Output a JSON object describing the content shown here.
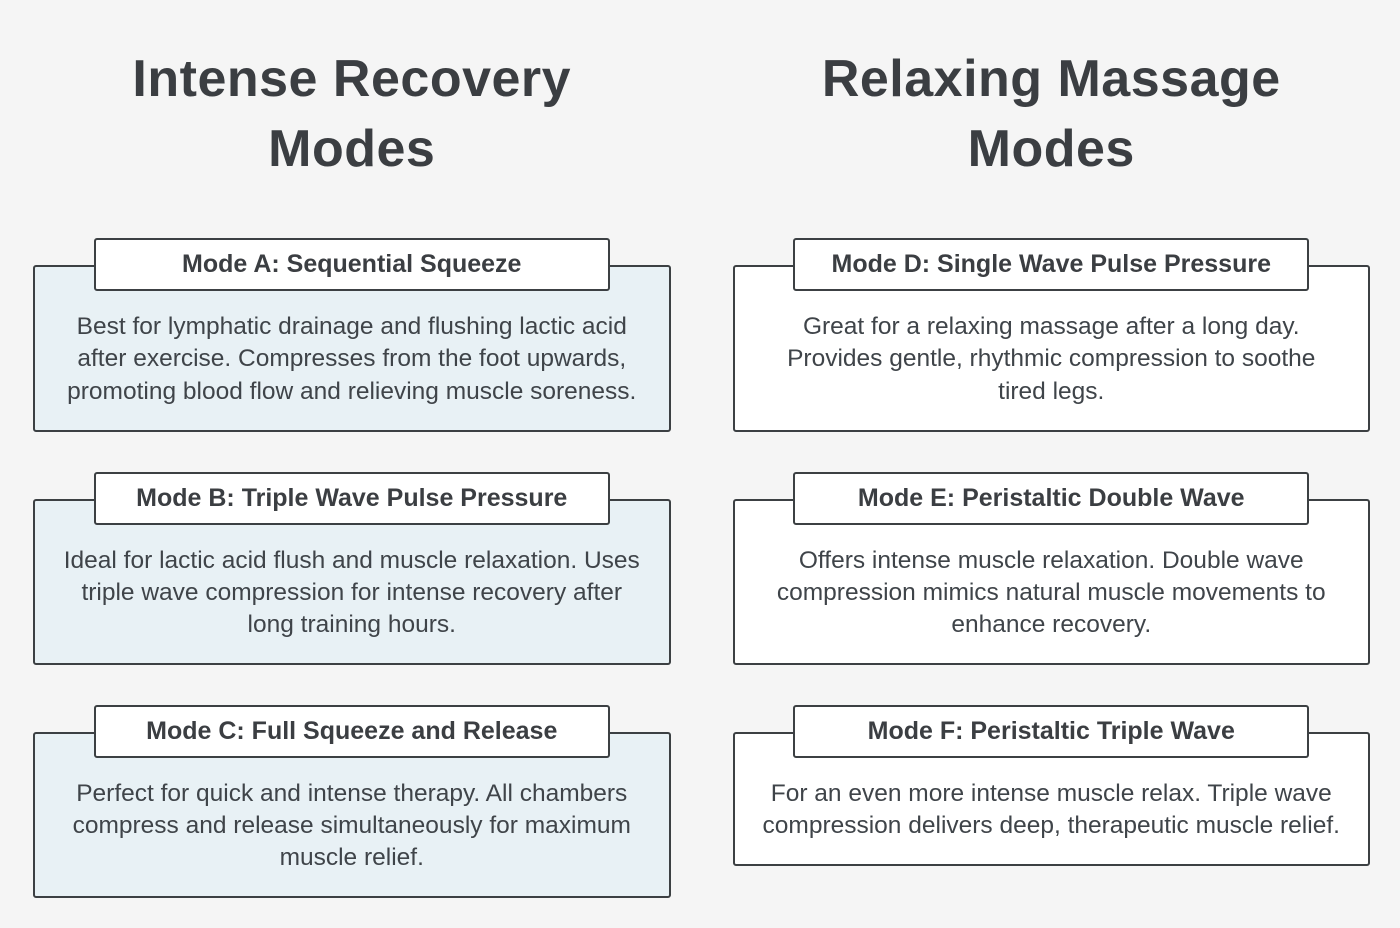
{
  "colors": {
    "background": "#f5f5f5",
    "border": "#3c4043",
    "heading": "#3b3e42",
    "text": "#3f4449",
    "title_bg": "#ffffff",
    "left_card_bg": "#e8f1f5",
    "right_card_bg": "#ffffff"
  },
  "columns": [
    {
      "heading": "Intense Recovery Modes",
      "cards": [
        {
          "title": "Mode A: Sequential Squeeze",
          "body": "Best for lymphatic drainage and flushing lactic acid after exercise. Compresses from the foot upwards, promoting blood flow and relieving muscle soreness."
        },
        {
          "title": "Mode B: Triple Wave Pulse Pressure",
          "body": "Ideal for lactic acid flush and muscle relaxation. Uses triple wave compression for intense recovery after long training hours."
        },
        {
          "title": "Mode C: Full Squeeze and Release",
          "body": "Perfect for quick and intense therapy. All chambers compress and release simultaneously for maximum muscle relief."
        }
      ]
    },
    {
      "heading": "Relaxing Massage Modes",
      "cards": [
        {
          "title": "Mode D: Single Wave Pulse Pressure",
          "body": "Great for a relaxing massage after a long day. Provides gentle, rhythmic compression to soothe tired legs."
        },
        {
          "title": "Mode E: Peristaltic Double Wave",
          "body": "Offers intense muscle relaxation. Double wave compression mimics natural muscle movements to enhance recovery."
        },
        {
          "title": "Mode F: Peristaltic Triple Wave",
          "body": "For an even more intense muscle relax. Triple wave compression delivers deep, therapeutic muscle relief."
        }
      ]
    }
  ]
}
